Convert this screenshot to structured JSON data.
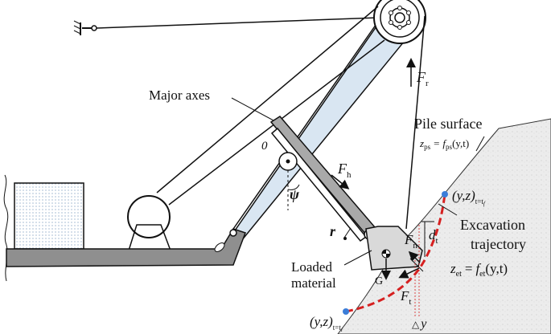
{
  "labels": {
    "major_axes": "Major axes",
    "pile_surface": "Pile surface",
    "pile_eq_lhs": "z",
    "pile_eq_lhs_sub": "ps",
    "pile_eq_eq": "=",
    "pile_eq_f": "f",
    "pile_eq_f_sub": "ps",
    "pile_eq_args": "(y,t)",
    "excavation": "Excavation",
    "trajectory": "trajectory",
    "traj_eq_lhs": "z",
    "traj_eq_lhs_sub": "et",
    "traj_eq_eq": "=",
    "traj_eq_f": "f",
    "traj_eq_f_sub": "et",
    "traj_eq_args": "(y,t)",
    "loaded": "Loaded",
    "material": "material",
    "origin": "0",
    "psi": "ψ",
    "r": "r",
    "G": "G",
    "delta_y_sym": "△",
    "delta_y_var": "y",
    "F_r": "F",
    "F_r_sub": "r",
    "F_h": "F",
    "F_h_sub": "h",
    "F_n": "F",
    "F_n_sub": "n",
    "F_t": "F",
    "F_t_sub": "t",
    "d": "d",
    "d_sub": "t",
    "end_point": "(y,z)",
    "end_point_sub": "t=t",
    "end_point_subsub": "f",
    "start_point": "(y,z)",
    "start_point_sub": "t=t",
    "start_point_subsub": "i"
  },
  "colors": {
    "line": "#111111",
    "boom_fill": "#d9e6f2",
    "stick_fill": "#a9a9a9",
    "deck_fill": "#8f8f8f",
    "pile_fill": "#e6e6e6",
    "trajectory": "#d62020",
    "point": "#3b7dd8",
    "house_fill": "#d9e8f5"
  }
}
